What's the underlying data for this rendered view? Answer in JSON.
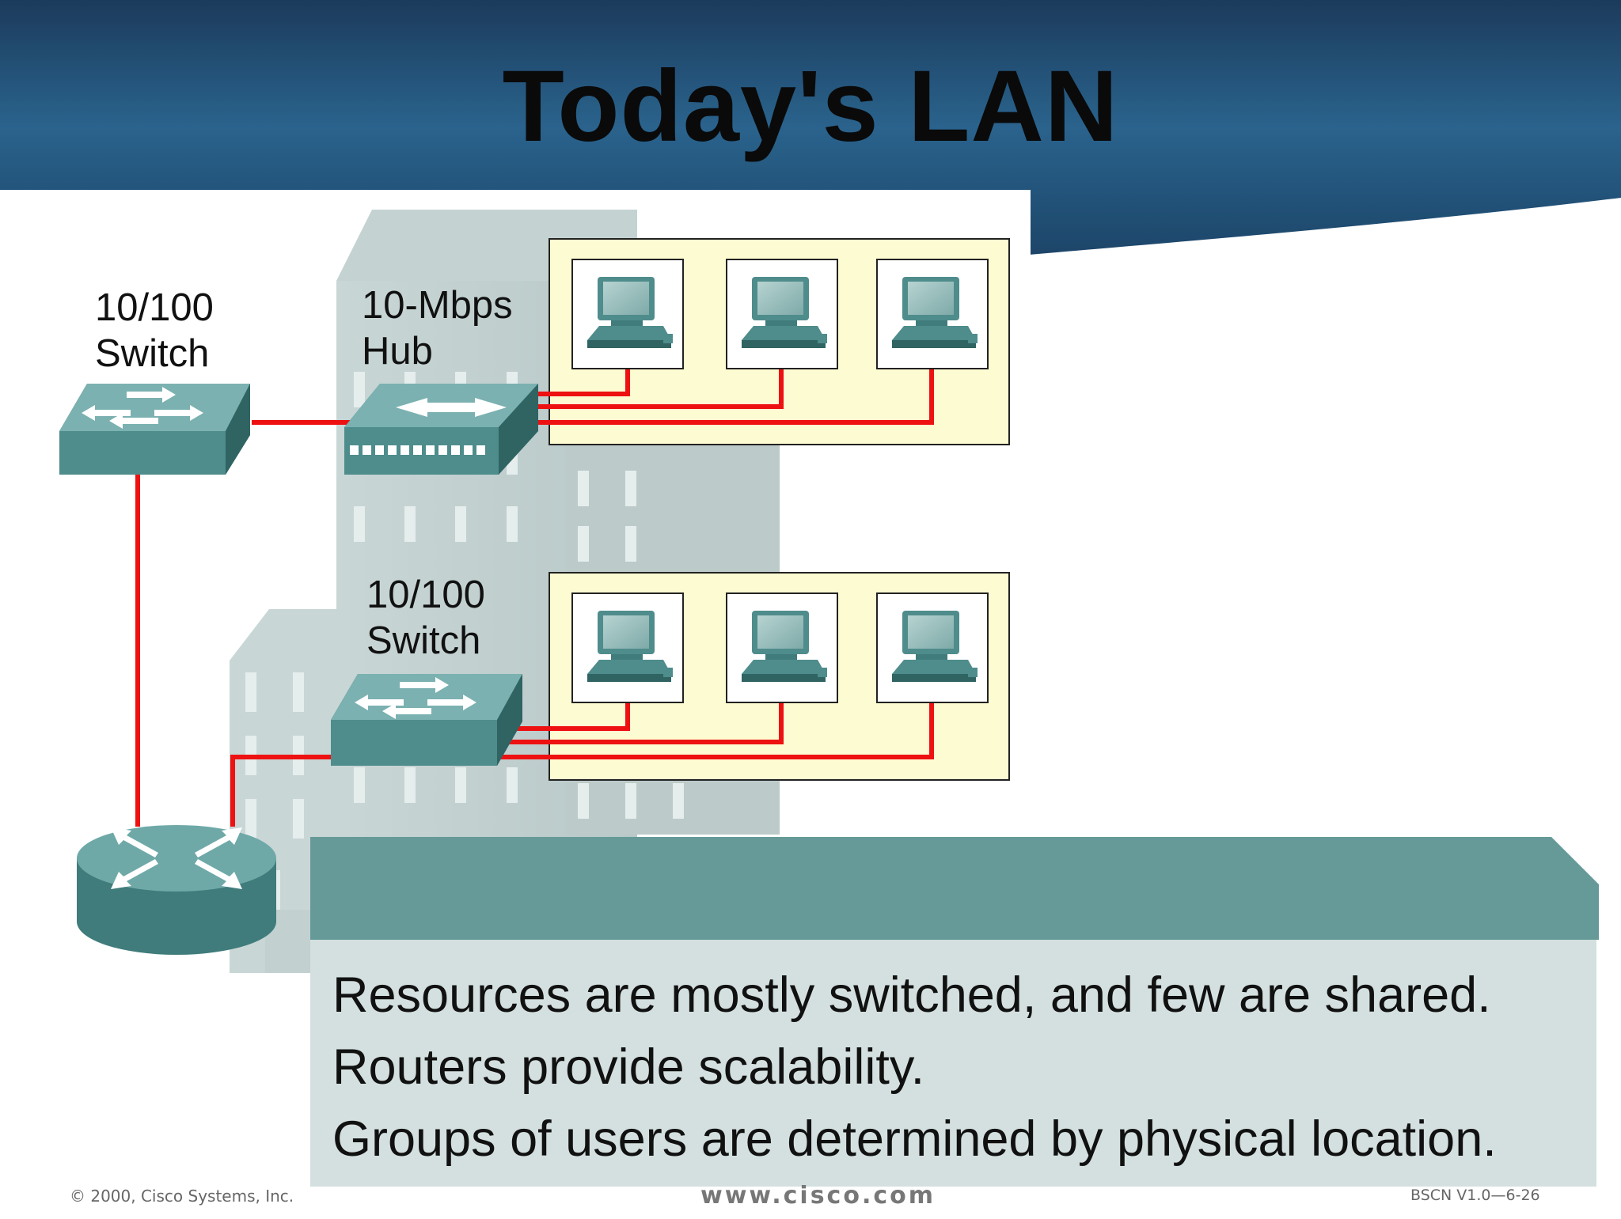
{
  "slide": {
    "title": "Today's LAN",
    "labels": {
      "switch_top": [
        "10/100",
        "Switch"
      ],
      "hub": [
        "10-Mbps",
        "Hub"
      ],
      "switch_mid": [
        "10/100",
        "Switch"
      ]
    },
    "notes": [
      "Resources are mostly switched, and few are shared.",
      "Routers provide scalability.",
      "Groups of users are determined by physical location."
    ],
    "footer": {
      "copyright": "© 2000, Cisco Systems, Inc.",
      "url": "www.cisco.com",
      "code": "BSCN V1.0—6-26"
    }
  },
  "colors": {
    "header_blue": "#14456b",
    "link_red": "#ee1111",
    "device_teal": "#4f8c8c",
    "panel_yellow": "#fdfbd2",
    "notes_bar": "#659a98",
    "notes_bg": "#d3e0df"
  }
}
